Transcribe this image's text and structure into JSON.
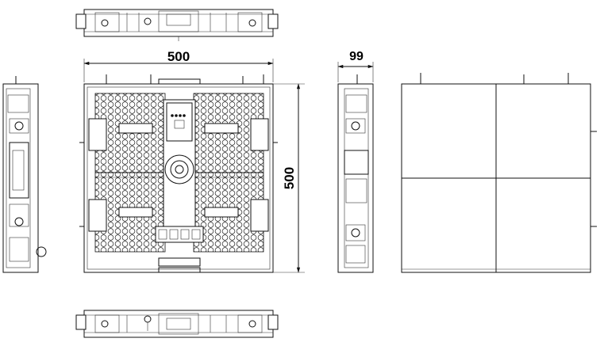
{
  "dimensions": {
    "width_label": "500",
    "height_label": "500",
    "depth_label": "99"
  }
}
